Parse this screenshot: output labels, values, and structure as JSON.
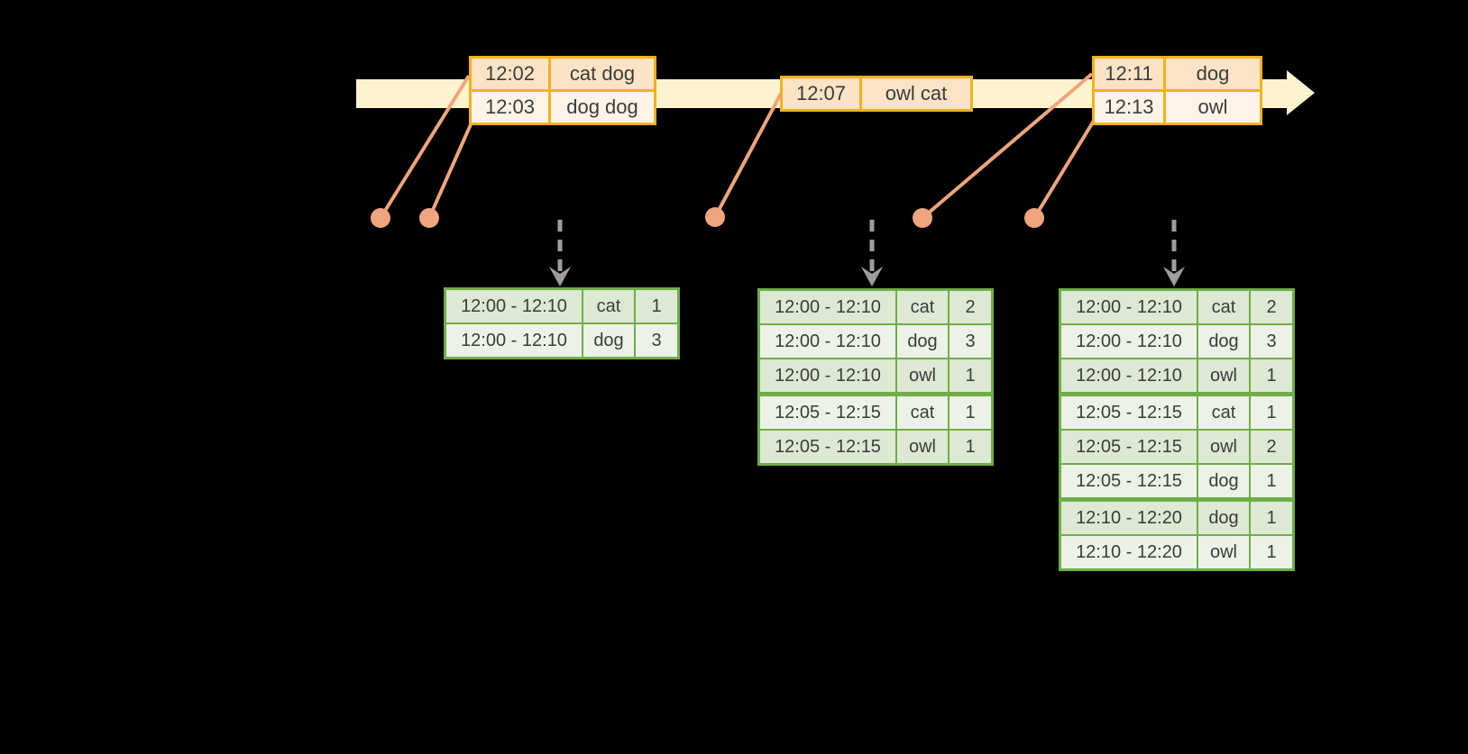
{
  "colors": {
    "background": "#000000",
    "timeline_band": "#fdf3cf",
    "event_border": "#f3b11d",
    "event_row_dark": "#fbe3c5",
    "event_row_light": "#fdf4e7",
    "connector": "#efa57d",
    "result_border": "#70ad47",
    "result_row_dark": "#dde9d2",
    "result_row_light": "#edf2e7",
    "trigger_arrow": "#9e9e9e",
    "text": "#3c3c3c"
  },
  "event_tables": [
    {
      "rows": [
        {
          "time": "12:02",
          "words": "cat dog"
        },
        {
          "time": "12:03",
          "words": "dog dog"
        }
      ]
    },
    {
      "rows": [
        {
          "time": "12:07",
          "words": "owl cat"
        }
      ]
    },
    {
      "rows": [
        {
          "time": "12:11",
          "words": "dog"
        },
        {
          "time": "12:13",
          "words": "owl"
        }
      ]
    }
  ],
  "result_tables": [
    {
      "rows": [
        {
          "window": "12:00 - 12:10",
          "word": "cat",
          "count": "1"
        },
        {
          "window": "12:00 - 12:10",
          "word": "dog",
          "count": "3"
        }
      ]
    },
    {
      "rows": [
        {
          "window": "12:00 - 12:10",
          "word": "cat",
          "count": "2"
        },
        {
          "window": "12:00 - 12:10",
          "word": "dog",
          "count": "3"
        },
        {
          "window": "12:00 - 12:10",
          "word": "owl",
          "count": "1"
        },
        {
          "window": "12:05 - 12:15",
          "word": "cat",
          "count": "1"
        },
        {
          "window": "12:05 - 12:15",
          "word": "owl",
          "count": "1"
        }
      ]
    },
    {
      "rows": [
        {
          "window": "12:00 - 12:10",
          "word": "cat",
          "count": "2"
        },
        {
          "window": "12:00 - 12:10",
          "word": "dog",
          "count": "3"
        },
        {
          "window": "12:00 - 12:10",
          "word": "owl",
          "count": "1"
        },
        {
          "window": "12:05 - 12:15",
          "word": "cat",
          "count": "1"
        },
        {
          "window": "12:05 - 12:15",
          "word": "owl",
          "count": "2"
        },
        {
          "window": "12:05 - 12:15",
          "word": "dog",
          "count": "1"
        },
        {
          "window": "12:10 - 12:20",
          "word": "dog",
          "count": "1"
        },
        {
          "window": "12:10 - 12:20",
          "word": "owl",
          "count": "1"
        }
      ]
    }
  ]
}
